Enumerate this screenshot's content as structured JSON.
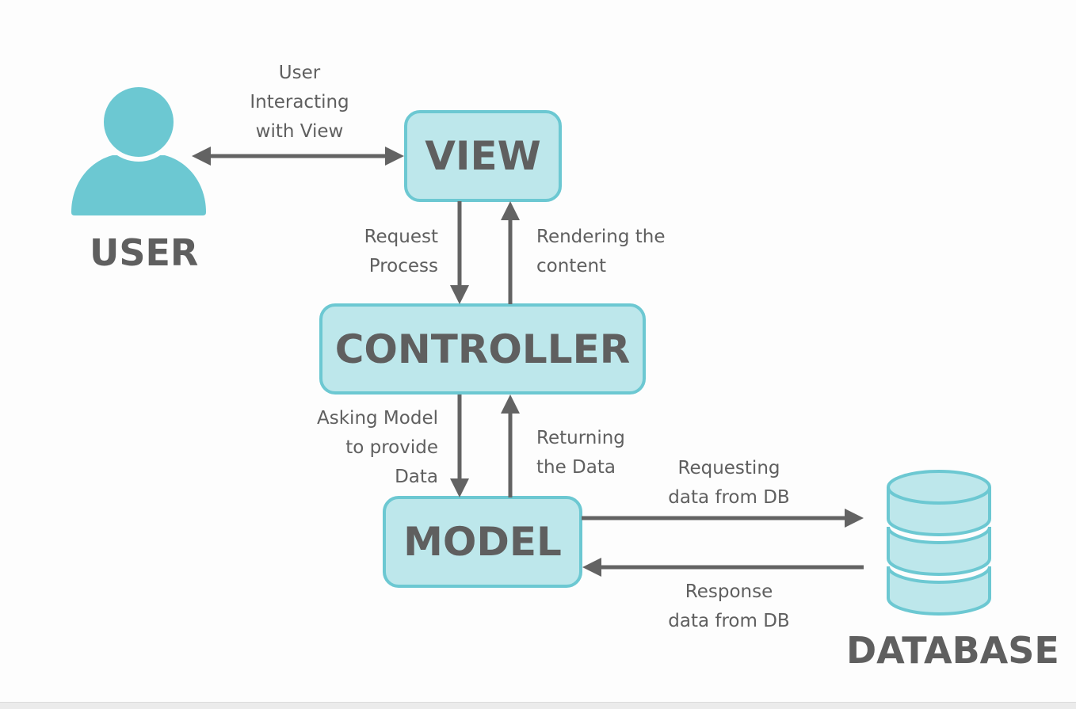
{
  "nodes": {
    "view": "VIEW",
    "controller": "CONTROLLER",
    "model": "MODEL",
    "user": "USER",
    "database": "DATABASE"
  },
  "edges": {
    "user_view": "User\nInteracting\nwith View",
    "view_to_controller": "Request\nProcess",
    "controller_to_view": "Rendering the\ncontent",
    "controller_to_model": "Asking Model\nto provide\nData",
    "model_to_controller": "Returning\nthe Data",
    "model_to_db": "Requesting\ndata from DB",
    "db_to_model": "Response\ndata from DB"
  },
  "colors": {
    "box_fill": "#bde7eb",
    "box_stroke": "#6cc8d2",
    "icon_fill": "#6cc8d2",
    "arrow": "#636363",
    "text": "#5f5f5f"
  }
}
